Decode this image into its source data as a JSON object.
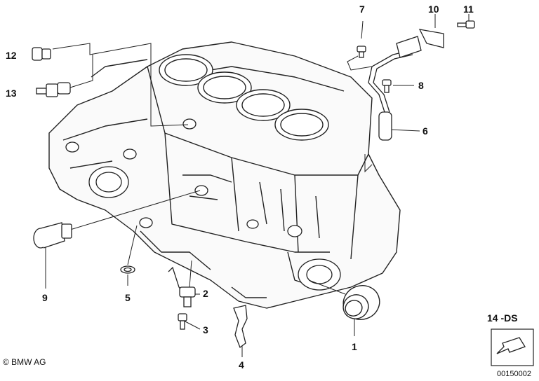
{
  "callouts": {
    "c1": "1",
    "c2": "2",
    "c3": "3",
    "c4": "4",
    "c5": "5",
    "c6": "6",
    "c7": "7",
    "c8": "8",
    "c9": "9",
    "c10": "10",
    "c11": "11",
    "c12": "12",
    "c13": "13"
  },
  "footer": {
    "copyright": "© BMW AG",
    "diagram_code": "00150002",
    "ref_tag": "14 -DS"
  },
  "icons": {
    "corner_icon": "arrow-outline-icon"
  }
}
